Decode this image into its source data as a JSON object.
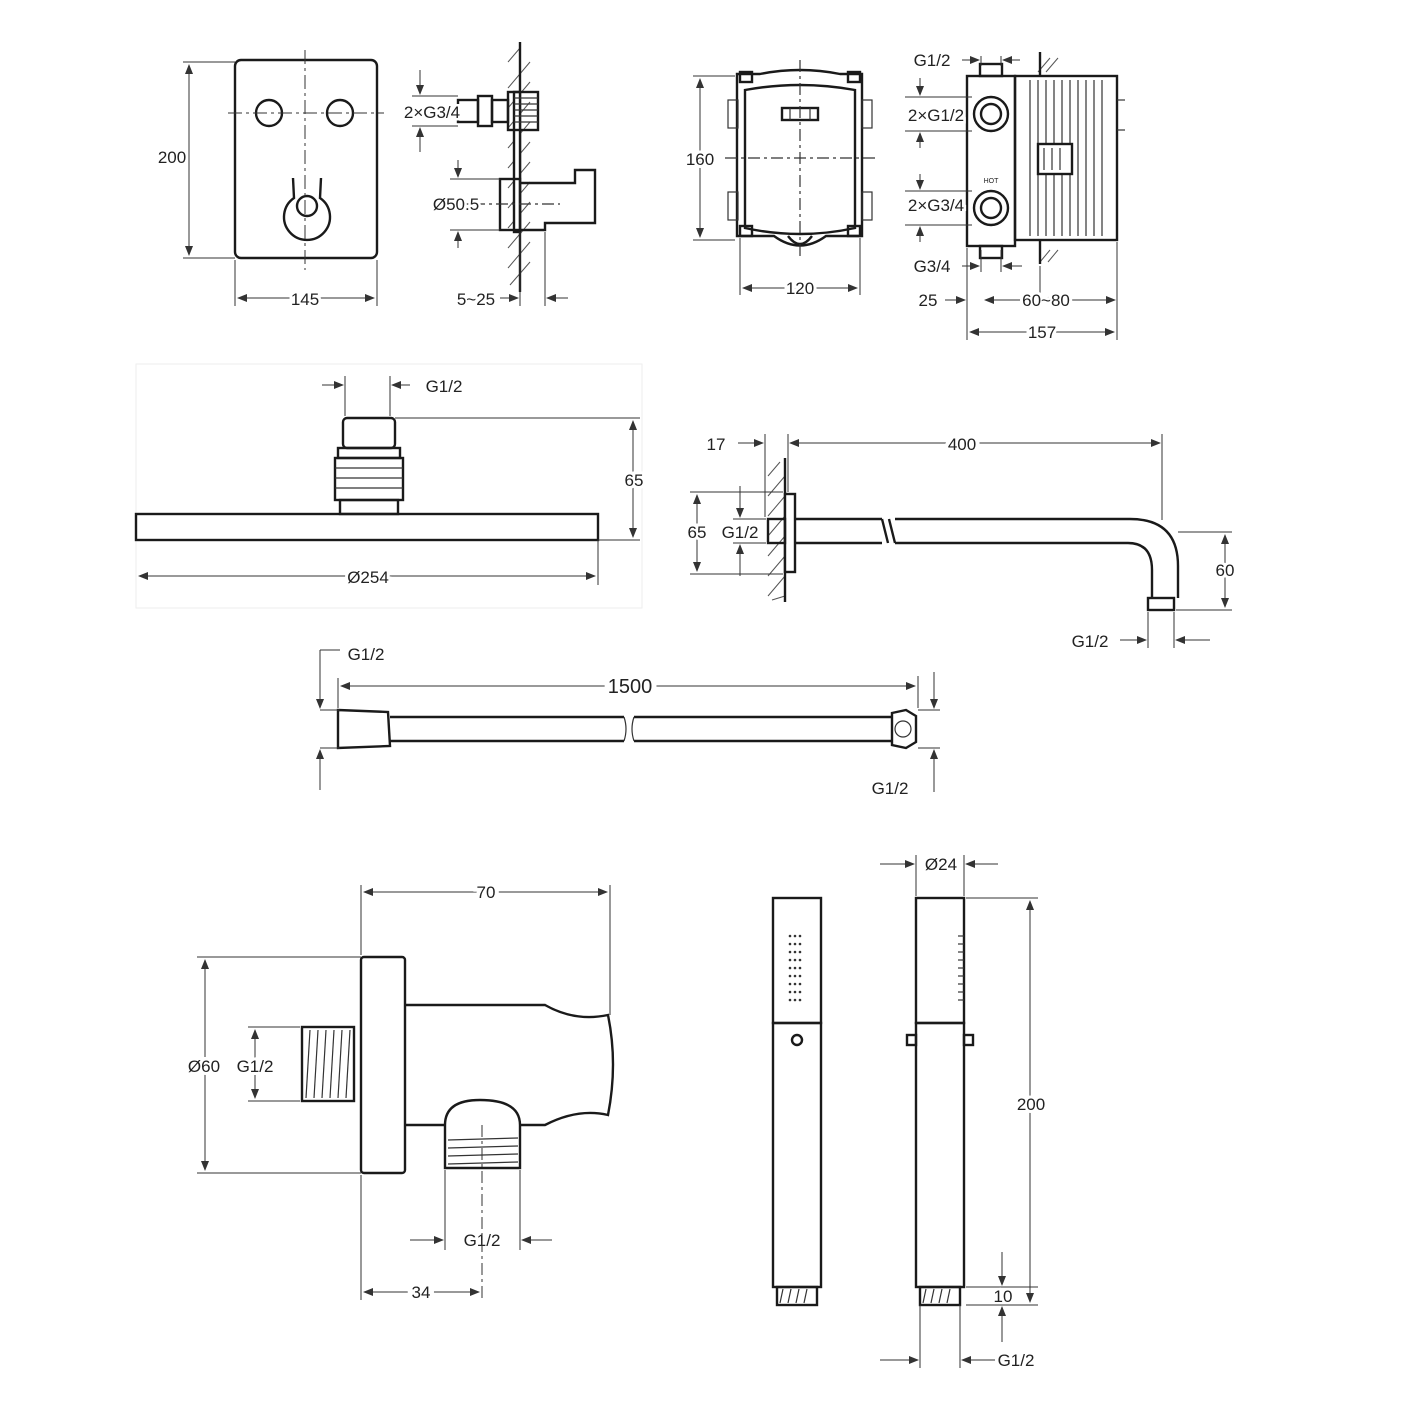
{
  "views": {
    "mixer_plate": {
      "height": "200",
      "width": "145"
    },
    "mixer_side": {
      "thread": "2×G3/4",
      "diameter": "Ø50.5",
      "depth": "5~25"
    },
    "box_front": {
      "height": "160",
      "width": "120"
    },
    "box_side": {
      "top_thread": "G1/2",
      "outlet_thread": "2×G1/2",
      "inlet_thread": "2×G3/4",
      "hot_label": "HOT",
      "bottom_thread": "G3/4",
      "offset": "25",
      "depth": "60~80",
      "total": "157"
    },
    "head_shower": {
      "thread": "G1/2",
      "height": "65",
      "diameter": "Ø254"
    },
    "shower_arm": {
      "flange": "17",
      "length": "400",
      "flange_height": "65",
      "inlet_thread": "G1/2",
      "drop": "60",
      "outlet_thread": "G1/2"
    },
    "hose": {
      "thread_left": "G1/2",
      "length": "1500",
      "thread_right": "G1/2"
    },
    "wall_outlet": {
      "length": "70",
      "diameter": "Ø60",
      "thread_inlet": "G1/2",
      "thread_outlet": "G1/2",
      "offset": "34"
    },
    "hand_shower": {
      "diameter": "Ø24",
      "length": "200",
      "thread_length": "10",
      "thread": "G1/2"
    }
  }
}
